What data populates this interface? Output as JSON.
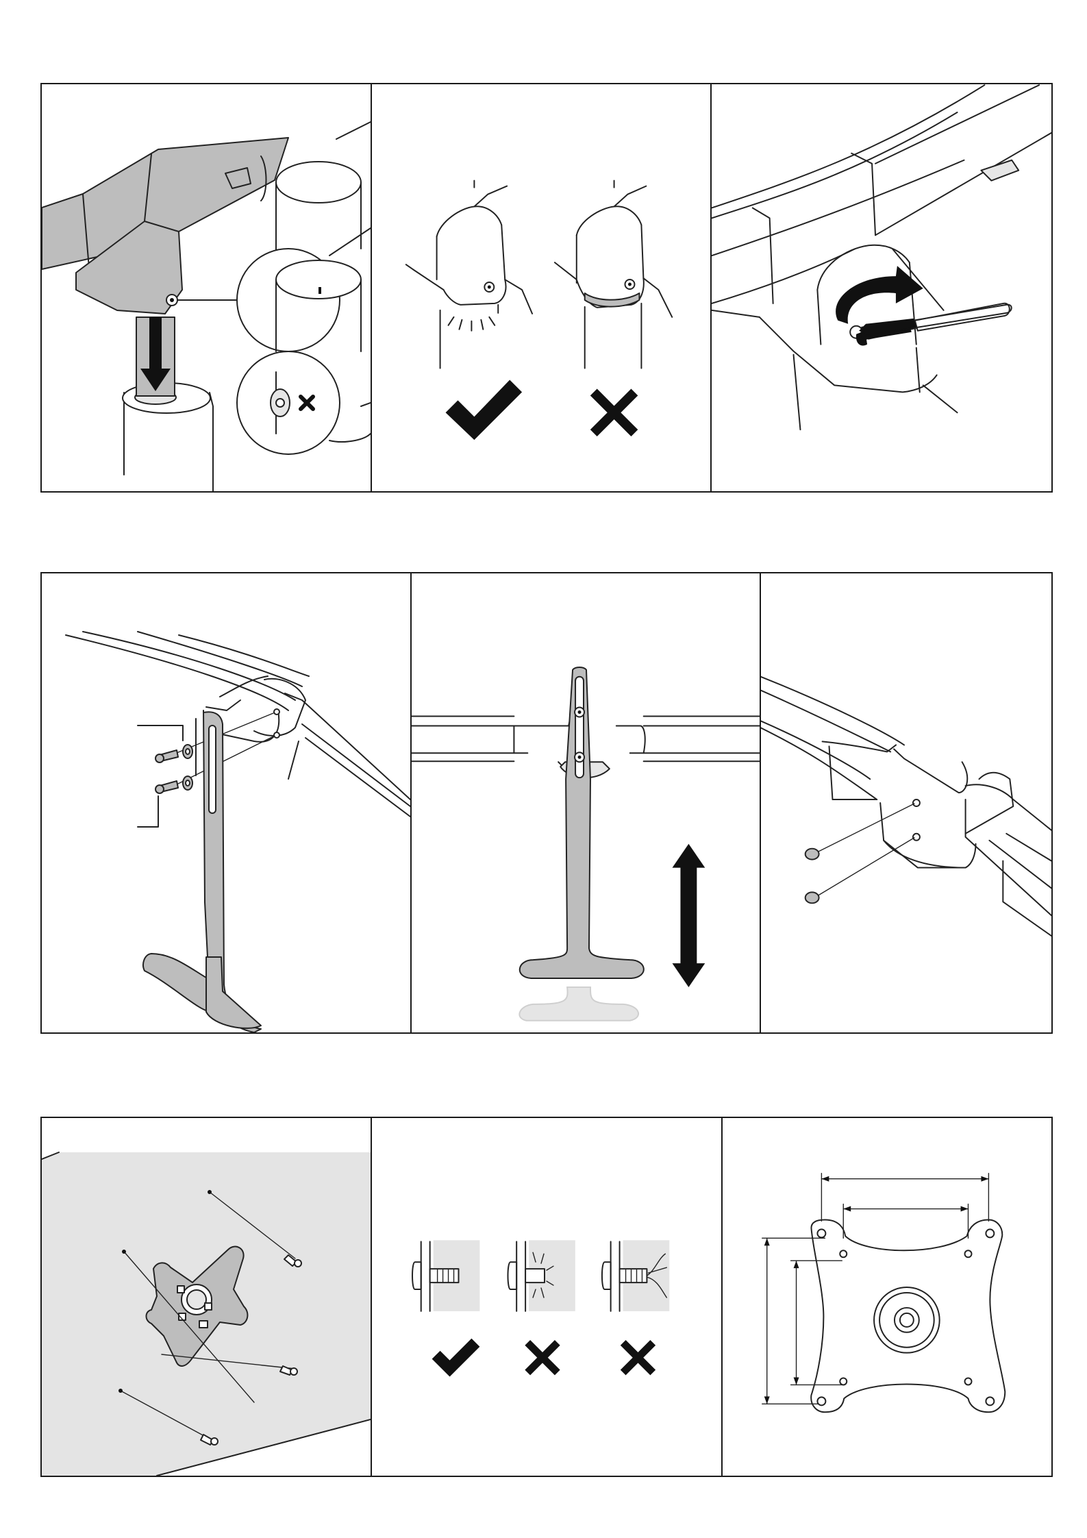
{
  "page": {
    "background": "#ffffff",
    "line_color": "#1a1a1a",
    "part_gray": "#bdbdbd",
    "desk_gray": "#e6e6e6"
  },
  "rows": [
    {
      "panels": [
        {
          "name": "step-insert-arm-onto-pole",
          "icons": [
            "down-arrow-icon",
            "cross-icon"
          ]
        },
        {
          "name": "step-check-arm-seated",
          "icons": [
            "check-icon",
            "cross-icon"
          ]
        },
        {
          "name": "step-tighten-set-screw",
          "icons": [
            "curved-arrow-icon",
            "hex-key-icon"
          ]
        }
      ]
    },
    {
      "panels": [
        {
          "name": "step-attach-cable-guide",
          "icons": [
            "screw-icon",
            "washer-icon"
          ]
        },
        {
          "name": "step-adjust-height",
          "icons": [
            "double-arrow-icon"
          ]
        },
        {
          "name": "step-insert-caps",
          "icons": [
            "cap-icon"
          ]
        }
      ]
    },
    {
      "panels": [
        {
          "name": "step-mount-vesa-plate",
          "icons": [
            "screw-icon"
          ]
        },
        {
          "name": "step-screw-length-check",
          "icons": [
            "check-icon",
            "cross-icon",
            "cross-icon"
          ]
        },
        {
          "name": "step-vesa-dimensions",
          "icons": [
            "dimension-arrow-icon"
          ]
        }
      ]
    }
  ]
}
